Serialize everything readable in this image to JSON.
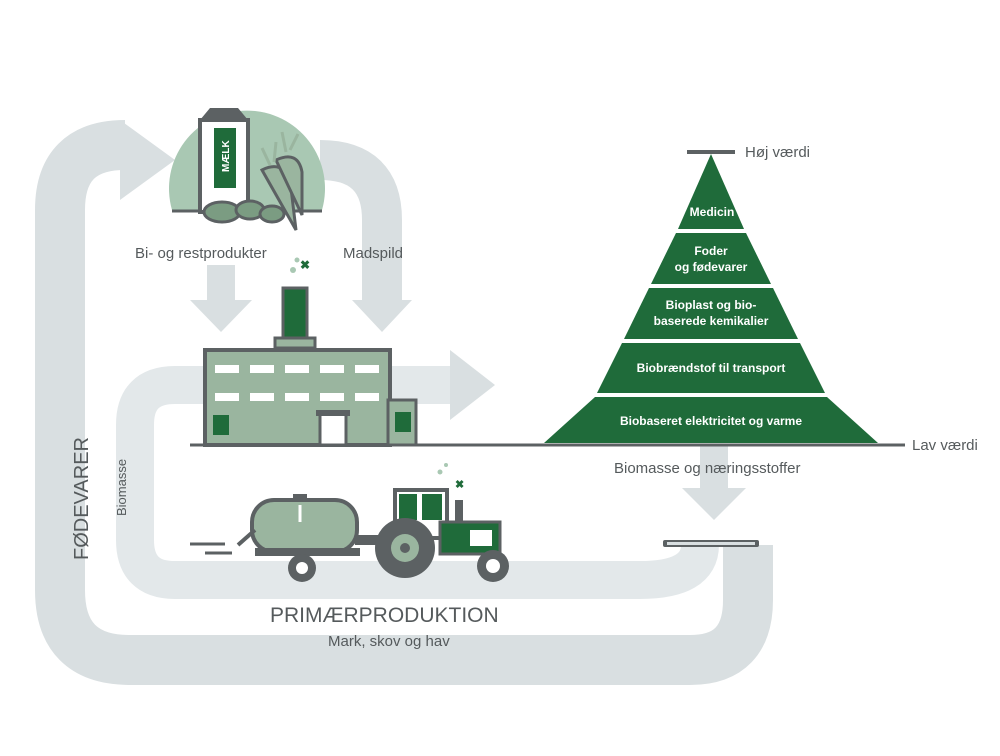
{
  "labels": {
    "byproducts": "Bi- og restprodukter",
    "foodwaste": "Madspild",
    "food": "FØDEVARER",
    "biomass_left": "Biomasse",
    "primary_title": "PRIMÆRPRODUKTION",
    "primary_sub": "Mark, skov og hav",
    "biomass_nutrients": "Biomasse og næringsstoffer",
    "high_value": "Høj værdi",
    "low_value": "Lav værdi",
    "milk": "MÆLK"
  },
  "pyramid": {
    "levels": [
      {
        "line1": "Medicin",
        "line2": ""
      },
      {
        "line1": "Foder",
        "line2": "og fødevarer"
      },
      {
        "line1": "Bioplast og bio-",
        "line2": "baserede kemikalier"
      },
      {
        "line1": "Biobrændstof til transport",
        "line2": ""
      },
      {
        "line1": "Biobaseret elektricitet og varme",
        "line2": ""
      }
    ]
  },
  "colors": {
    "loop": "#d9dfe1",
    "dark_green": "#1f6b3a",
    "mid_green": "#4f8a5f",
    "light_green": "#a9c8b3",
    "factory": "#9ab59f",
    "gray_dark": "#5c6163",
    "text": "#555a5c"
  }
}
